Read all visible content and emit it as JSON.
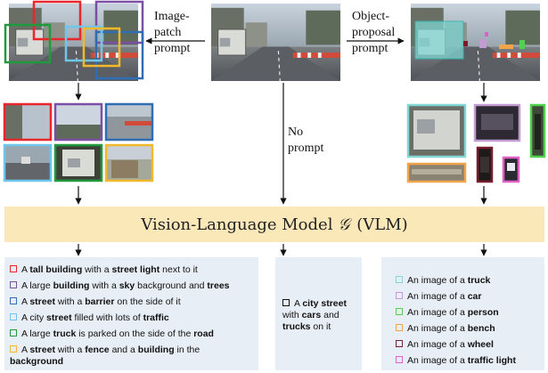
{
  "prompts": {
    "image_patch": "Image-\npatch\nprompt",
    "object_proposal": "Object-\nproposal\nprompt",
    "no_prompt": "No\nprompt"
  },
  "vlm": {
    "label": "Vision-Language Model",
    "symbol": "𝒢",
    "abbr": "(VLM)"
  },
  "colors": {
    "red": "#e8262b",
    "purple": "#7b4fa6",
    "blue": "#2f6db5",
    "lightblue": "#6ec6ea",
    "green": "#1f9a3c",
    "yellow": "#f1b92b",
    "cyan": "#82d6d3",
    "lavender": "#c39bd3",
    "lime": "#4fd34f",
    "orange": "#f0a54a",
    "maroon": "#7a1c2e",
    "magenta": "#e060c8",
    "vlm_bg": "#fbe8b9",
    "panel_bg": "#e8eef5"
  },
  "left_captions": [
    {
      "color": "red",
      "parts": [
        [
          "A ",
          0
        ],
        [
          "tall building",
          1
        ],
        [
          " with a ",
          0
        ],
        [
          "street light",
          1
        ],
        [
          " next to it",
          0
        ]
      ]
    },
    {
      "color": "purple",
      "parts": [
        [
          "A large ",
          0
        ],
        [
          "building",
          1
        ],
        [
          " with a ",
          0
        ],
        [
          "sky",
          1
        ],
        [
          " background and ",
          0
        ],
        [
          "trees",
          1
        ]
      ]
    },
    {
      "color": "blue",
      "parts": [
        [
          "A ",
          0
        ],
        [
          "street",
          1
        ],
        [
          " with a ",
          0
        ],
        [
          "barrier",
          1
        ],
        [
          " on the side of it",
          0
        ]
      ]
    },
    {
      "color": "lightblue",
      "parts": [
        [
          "A city ",
          0
        ],
        [
          "street",
          1
        ],
        [
          " filled with lots of ",
          0
        ],
        [
          "traffic",
          1
        ]
      ]
    },
    {
      "color": "green",
      "parts": [
        [
          "A large ",
          0
        ],
        [
          "truck",
          1
        ],
        [
          " is parked on the side of the ",
          0
        ],
        [
          "road",
          1
        ]
      ]
    },
    {
      "color": "yellow",
      "parts": [
        [
          "A ",
          0
        ],
        [
          "street",
          1
        ],
        [
          " with a ",
          0
        ],
        [
          "fence",
          1
        ],
        [
          " and a ",
          0
        ],
        [
          "building",
          1
        ],
        [
          " in the ",
          0
        ],
        [
          "background",
          1
        ]
      ]
    }
  ],
  "middle_caption": {
    "color": "black",
    "parts": [
      [
        "A ",
        0
      ],
      [
        "city street",
        1
      ],
      [
        " with ",
        0
      ],
      [
        "cars",
        1
      ],
      [
        " and ",
        0
      ],
      [
        "trucks",
        1
      ],
      [
        " on it",
        0
      ]
    ]
  },
  "right_captions": [
    {
      "color": "cyan",
      "parts": [
        [
          "An image of a ",
          0
        ],
        [
          "truck",
          1
        ]
      ]
    },
    {
      "color": "lavender",
      "parts": [
        [
          "An image of a ",
          0
        ],
        [
          "car",
          1
        ]
      ]
    },
    {
      "color": "lime",
      "parts": [
        [
          "An image of a ",
          0
        ],
        [
          "person",
          1
        ]
      ]
    },
    {
      "color": "orange",
      "parts": [
        [
          "An image of a ",
          0
        ],
        [
          "bench",
          1
        ]
      ]
    },
    {
      "color": "maroon",
      "parts": [
        [
          "An image of a ",
          0
        ],
        [
          "wheel",
          1
        ]
      ]
    },
    {
      "color": "magenta",
      "parts": [
        [
          "An image of a ",
          0
        ],
        [
          "traffic light",
          1
        ]
      ]
    }
  ]
}
